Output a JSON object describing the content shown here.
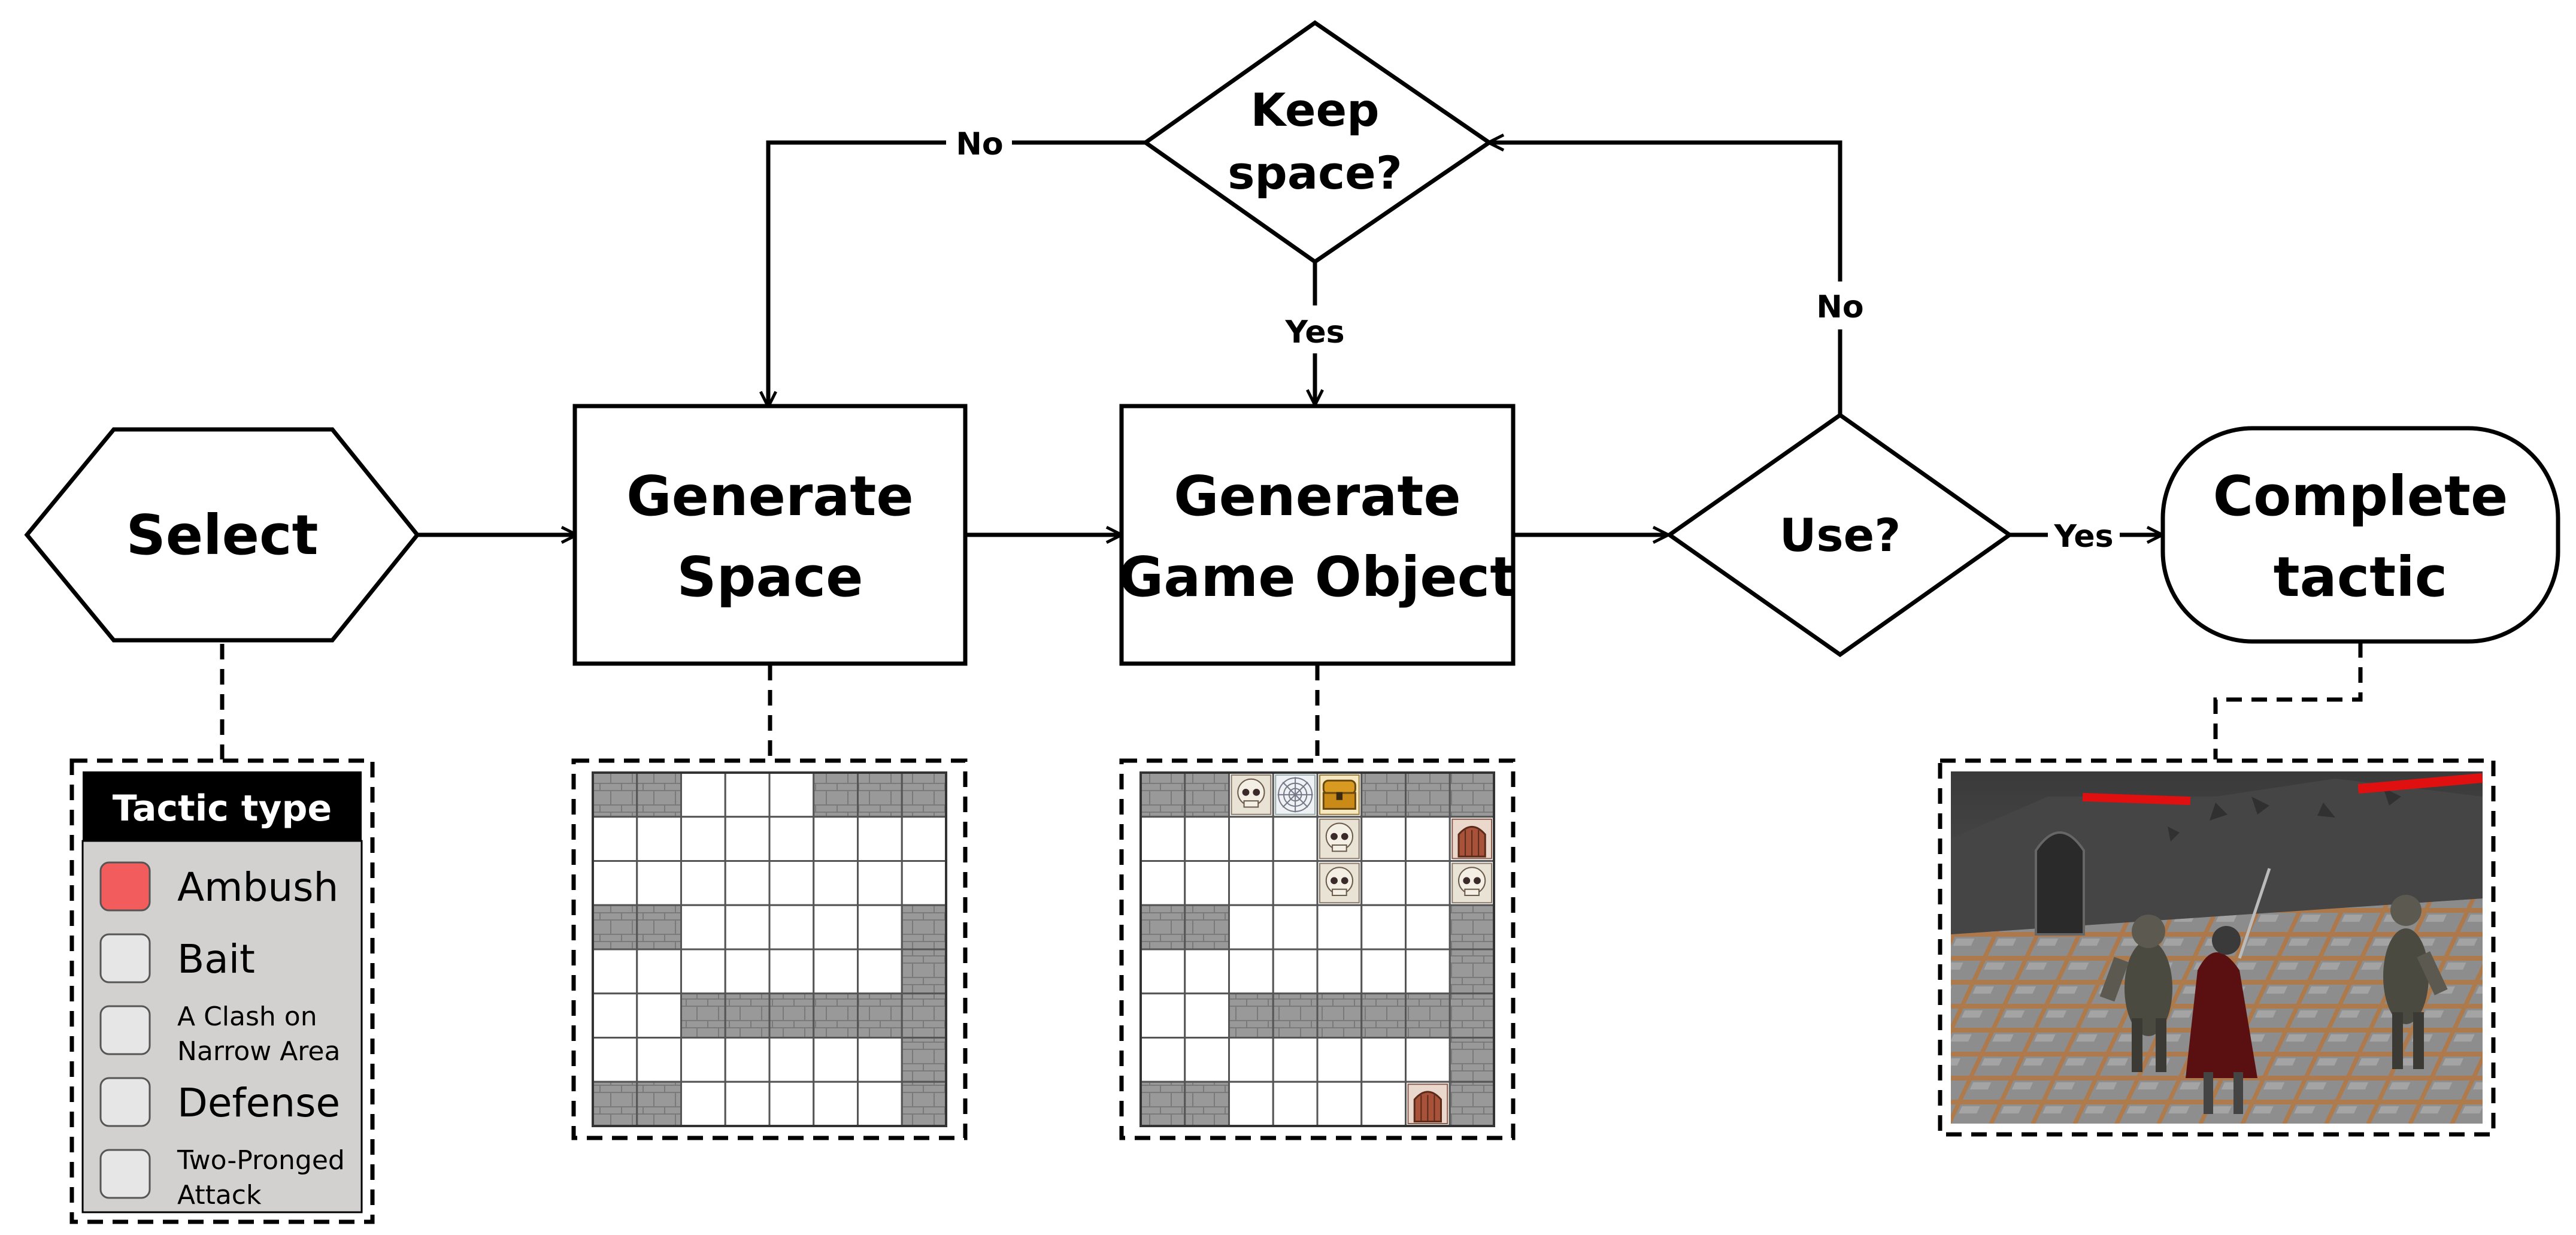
{
  "nodes": {
    "select": "Select",
    "generate_space": [
      "Generate",
      "Space"
    ],
    "generate_game_object": [
      "Generate",
      "Game Object"
    ],
    "keep_space": [
      "Keep",
      "space?"
    ],
    "use": "Use?",
    "complete_tactic": [
      "Complete",
      "tactic"
    ]
  },
  "edges": {
    "no_keep": "No",
    "yes_keep": "Yes",
    "no_use": "No",
    "yes_use": "Yes"
  },
  "tactic_panel": {
    "title": "Tactic type",
    "items": [
      {
        "label": "Ambush",
        "selected": true
      },
      {
        "label": "Bait",
        "selected": false
      },
      {
        "label": [
          "A Clash on",
          "Narrow Area"
        ],
        "selected": false
      },
      {
        "label": "Defense",
        "selected": false
      },
      {
        "label": [
          "Two-Pronged",
          "Attack"
        ],
        "selected": false
      }
    ],
    "selected_color": "#f25c5c"
  },
  "space_grid": {
    "rows": [
      "WWFFFWWW",
      "FFFFFFFF",
      "FFFFFFFF",
      "WWFFFFFW",
      "FFFFFFFW",
      "FFWWWWWW",
      "FFFFFFFW",
      "WWFFFFFW"
    ]
  },
  "object_grid": {
    "rows": [
      "WWFFFWWW",
      "FFFFFFFF",
      "FFFFFFFF",
      "WWFFFFFW",
      "FFFFFFFW",
      "FFWWWWWW",
      "FFFFFFFW",
      "WWFFFFFW"
    ],
    "objects": [
      {
        "row": 0,
        "col": 2,
        "icon": "skull-icon"
      },
      {
        "row": 0,
        "col": 3,
        "icon": "web-icon"
      },
      {
        "row": 0,
        "col": 4,
        "icon": "chest-icon"
      },
      {
        "row": 1,
        "col": 4,
        "icon": "skull-icon"
      },
      {
        "row": 1,
        "col": 7,
        "icon": "door-icon"
      },
      {
        "row": 2,
        "col": 4,
        "icon": "skull-icon"
      },
      {
        "row": 2,
        "col": 7,
        "icon": "skull-icon"
      },
      {
        "row": 7,
        "col": 6,
        "icon": "door-icon"
      }
    ]
  },
  "colors": {
    "wall": "#999999",
    "floor": "#ffffff",
    "grid_line": "#555555",
    "health_bar": "#e01010"
  }
}
